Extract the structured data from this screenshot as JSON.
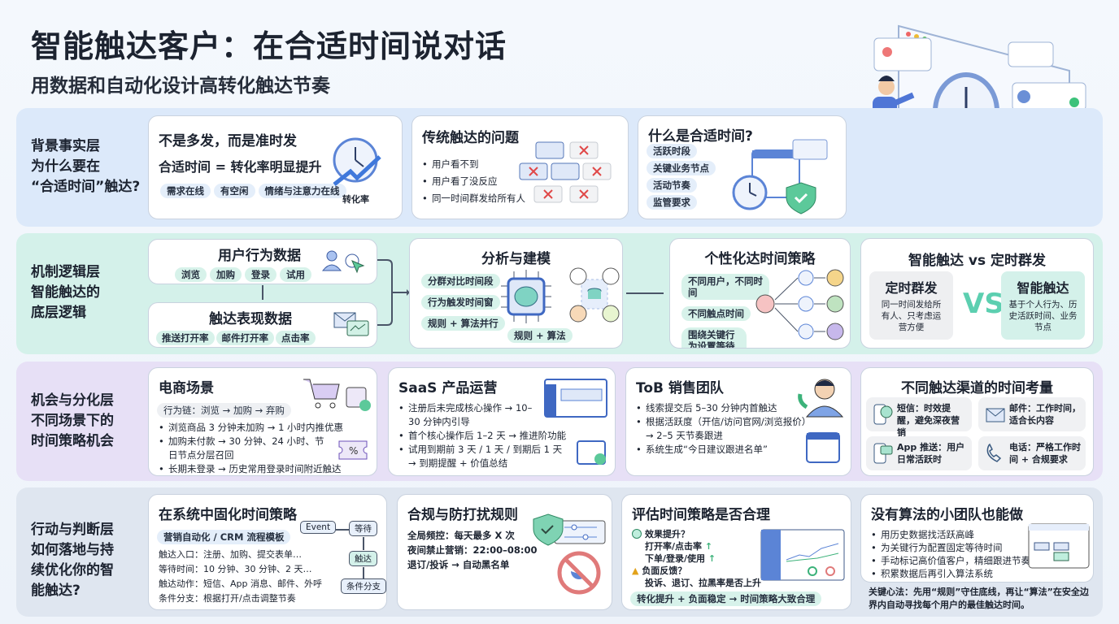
{
  "title": "智能触达客户：在合适时间说对话",
  "subtitle": "用数据和自动化设计高转化触达节奏",
  "layers": [
    {
      "name": "背景事实层",
      "question": [
        "为什么要在",
        "“合适时间”触达?"
      ]
    },
    {
      "name": "机制逻辑层",
      "question": [
        "智能触达的",
        "底层逻辑"
      ]
    },
    {
      "name": "机会与分化层",
      "question": [
        "不同场景下的",
        "时间策略机会"
      ]
    },
    {
      "name": "行动与判断层",
      "question": [
        "如何落地与持",
        "续优化你的智",
        "能触达?"
      ]
    }
  ],
  "row1": {
    "c1": {
      "title": "不是多发，而是准时发",
      "formula": "合适时间 = 转化率明显提升",
      "tags": [
        "需求在线",
        "有空闲",
        "情绪与注意力在线"
      ],
      "icon_label": "转化率"
    },
    "c2": {
      "title": "传统触达的问题",
      "items": [
        "用户看不到",
        "用户看了没反应",
        "同一时间群发给所有人"
      ]
    },
    "c3": {
      "title": "什么是合适时间?",
      "tags": [
        "活跃时段",
        "关键业务节点",
        "活动节奏",
        "监管要求"
      ]
    }
  },
  "row2": {
    "user": {
      "title": "用户行为数据",
      "tags": [
        "浏览",
        "加购",
        "登录",
        "试用"
      ]
    },
    "perf": {
      "title": "触达表现数据",
      "tags": [
        "推送打开率",
        "邮件打开率",
        "点击率"
      ]
    },
    "model": {
      "title": "分析与建模",
      "tags": [
        "分群对比时间段",
        "行为触发时间窗",
        "规则 + 算法并行"
      ],
      "caption": "规则 + 算法"
    },
    "strategy": {
      "title": "个性化达时间策略",
      "tags": [
        "不同用户，不同时间",
        "不同触点时间",
        "围绕关键行为设置等待时间"
      ]
    },
    "vs": {
      "title": "智能触达 vs 定时群发",
      "left_title": "定时群发",
      "left_text": "同一时间发给所有人、只考虑运营方便",
      "mid": "VS",
      "right_title": "智能触达",
      "right_text": "基于个人行为、历史活跃时间、业务节点"
    }
  },
  "row3": {
    "ecom": {
      "title": "电商场景",
      "chain": "行为链：浏览 → 加购 → 弃购",
      "items": [
        "浏览商品 3 分钟未加购 → 1 小时内推优惠",
        "加购未付款 → 30 分钟、24 小时、节日节点分层召回",
        "长期未登录 → 历史常用登录时间附近触达"
      ]
    },
    "saas": {
      "title": "SaaS 产品运营",
      "items": [
        "注册后未完成核心操作 → 10–30 分钟内引导",
        "首个核心操作后 1–2 天 → 推进阶功能",
        "试用到期前 3 天 / 1 天 / 到期后 1 天 → 到期提醒 + 价值总结"
      ]
    },
    "tob": {
      "title": "ToB 销售团队",
      "items": [
        "线索提交后 5–30 分钟内首触达",
        "根据活跃度（开信/访问官网/浏览报价）→ 2–5 天节奏跟进",
        "系统生成“今日建议跟进名单”"
      ]
    },
    "channels": {
      "title": "不同触达渠道的时间考量",
      "items": [
        "短信：时效提醒，避免深夜营销",
        "邮件：工作时间，适合长内容",
        "App 推送：用户日常活跃时",
        "电话：严格工作时间 + 合规要求"
      ]
    }
  },
  "row4": {
    "system": {
      "title": "在系统中固化时间策略",
      "tag": "营销自动化 / CRM 流程模板",
      "lines": [
        "触达入口：注册、加购、提交表单…",
        "等待时间：10 分钟、30 分钟、2 天…",
        "触达动作：短信、App 消息、邮件、外呼",
        "条件分支：根据打开/点击调整节奏"
      ],
      "flow": [
        "Event",
        "等待",
        "触达",
        "条件分支"
      ]
    },
    "compliance": {
      "title": "合规与防打扰规则",
      "lines": [
        "全局频控：每天最多 X 次",
        "夜间禁止营销：22:00–08:00",
        "退订/投诉 → 自动黑名单"
      ]
    },
    "evaluate": {
      "title": "评估时间策略是否合理",
      "q1": "效果提升？",
      "l1": "打开率/点击率",
      "l2": "下单/登录/使用",
      "up": "↑",
      "q2": "负面反馈？",
      "l3": "投诉、退订、拉黑率是否上升",
      "conclusion": "转化提升 + 负面稳定 → 时间策略大致合理"
    },
    "small": {
      "title": "没有算法的小团队也能做",
      "items": [
        "用历史数据找活跃高峰",
        "为关键行为配置固定等待时间",
        "手动标记高价值客户，精细跟进节奏",
        "积累数据后再引入算法系统"
      ]
    },
    "key": "关键心法：先用“规则”守住底线，再让“算法”在安全边界内自动寻找每个用户的最佳触达时间。"
  },
  "colors": {
    "blue_band": "#dce9fa",
    "teal_band": "#d4f1ea",
    "purple_band": "#e7e0f6",
    "gray_band": "#dfe6f0",
    "vs": "#5ccfb0"
  }
}
